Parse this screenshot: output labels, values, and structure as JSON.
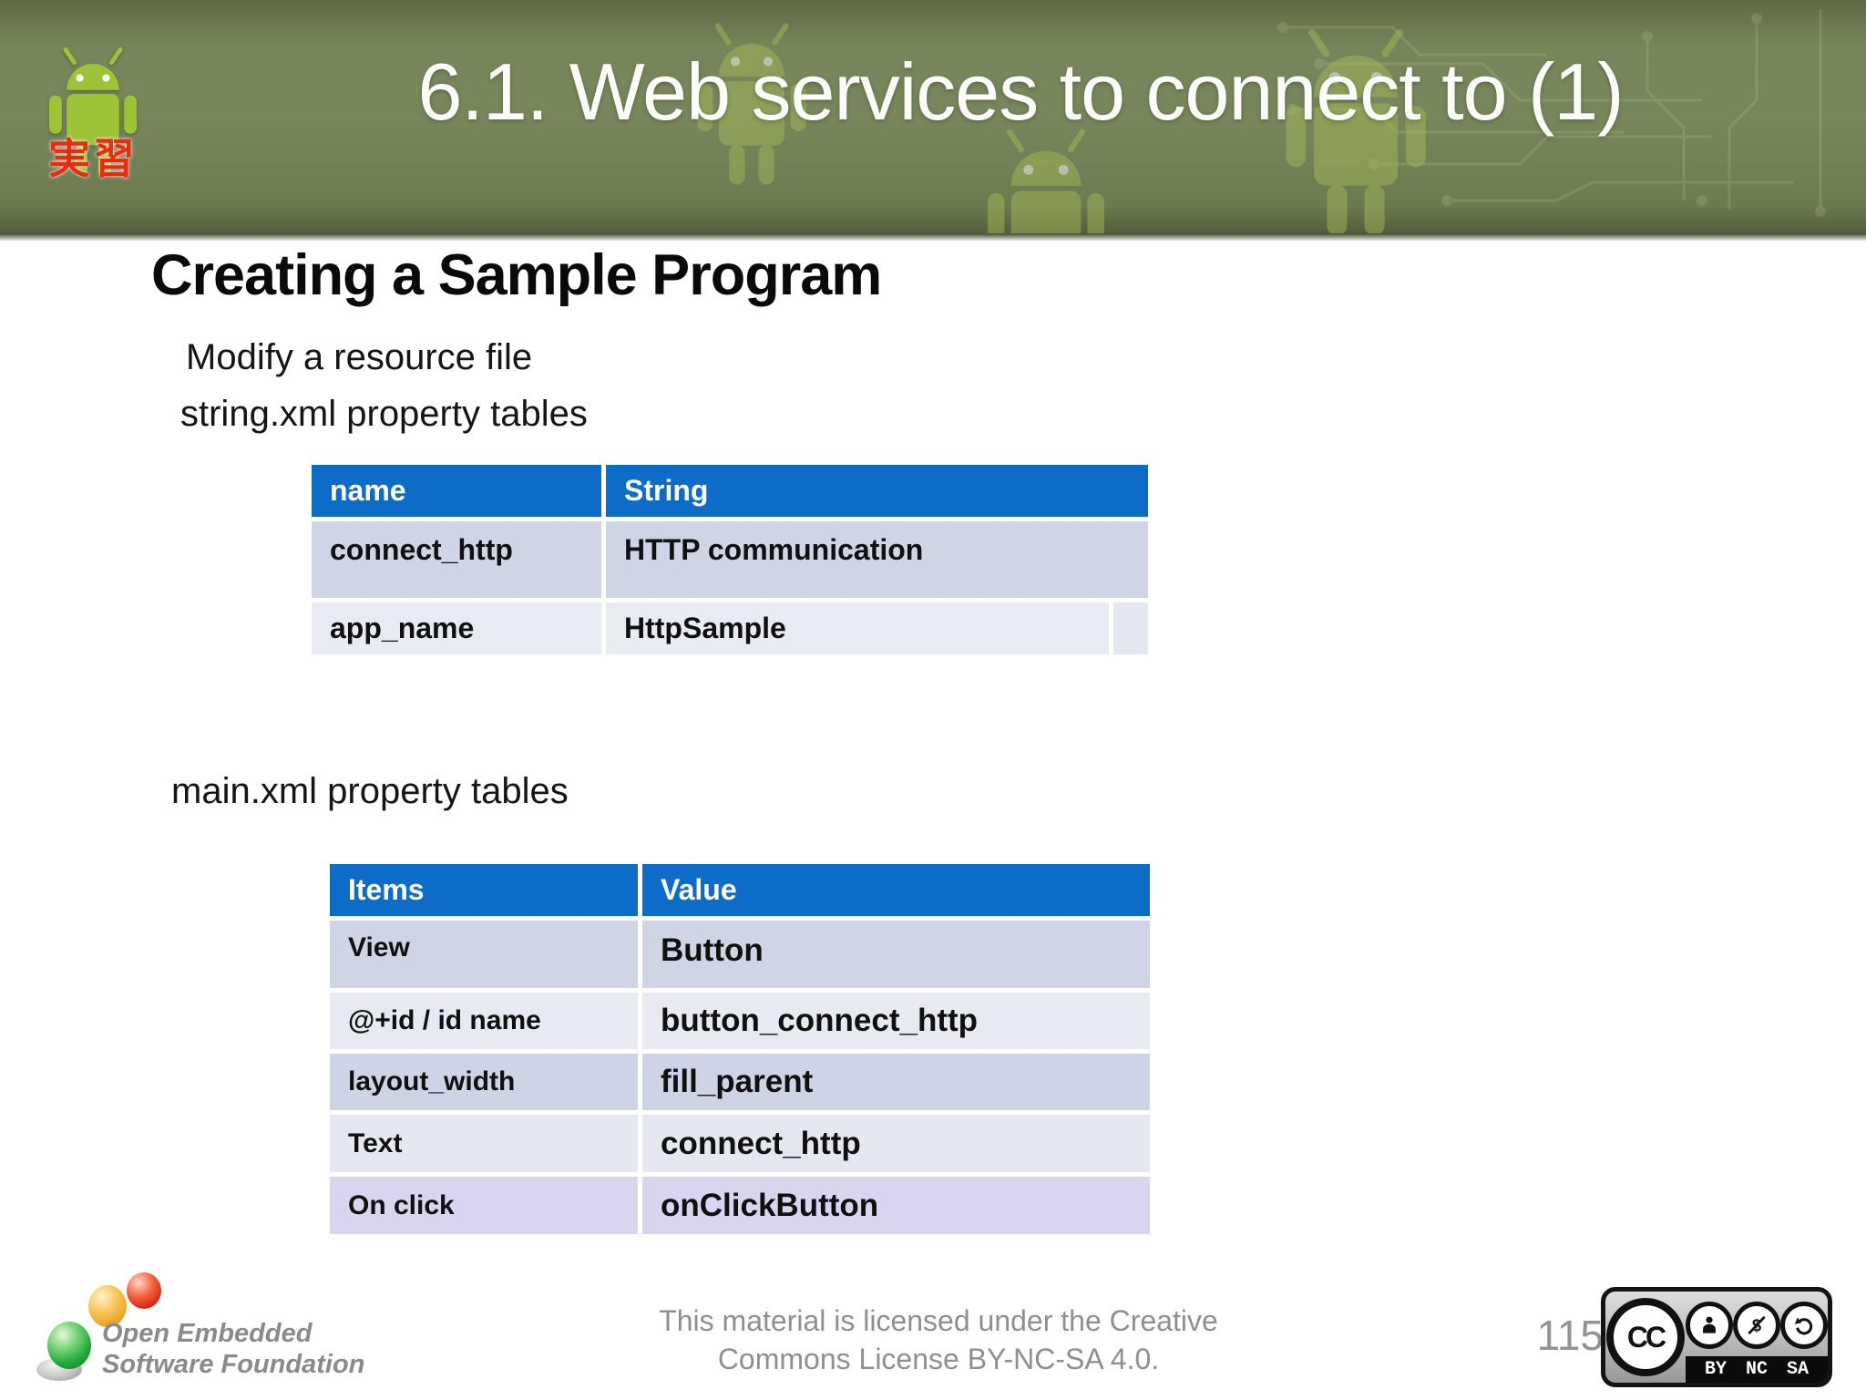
{
  "header": {
    "badge_text": "実習",
    "title": "6.1. Web services to connect to (1)"
  },
  "content": {
    "heading": "Creating a Sample Program",
    "line1": "Modify a resource file",
    "line2": "string.xml property tables",
    "line3": "main.xml property tables"
  },
  "string_table": {
    "headers": [
      "name",
      "String"
    ],
    "rows": [
      [
        "connect_http",
        "HTTP communication"
      ],
      [
        "app_name",
        "HttpSample"
      ]
    ]
  },
  "main_table": {
    "headers": [
      "Items",
      "Value"
    ],
    "rows": [
      [
        "View",
        "Button"
      ],
      [
        "@+id / id name",
        "button_connect_http"
      ],
      [
        "layout_width",
        "fill_parent"
      ],
      [
        "Text",
        "connect_http"
      ],
      [
        "On click",
        "onClickButton"
      ]
    ]
  },
  "footer": {
    "logo_line1": "Open Embedded",
    "logo_line2": "Software Foundation",
    "license_line1": "This material is licensed under the Creative",
    "license_line2": "Commons License BY-NC-SA 4.0.",
    "page_number": "115",
    "cc_label": "CC",
    "by_label": "BY",
    "nc_label": "NC",
    "sa_label": "SA"
  },
  "colors": {
    "table_header_blue": "#0d6cc8",
    "banner_green": "#77855b",
    "android_green": "#9dc437",
    "kanji_red": "#e82c0c",
    "row_blue_gray": "#cfd5e4",
    "row_light": "#e8eaf2",
    "row_lavender": "#d8d5ef",
    "footer_gray": "#8f8f8f"
  }
}
